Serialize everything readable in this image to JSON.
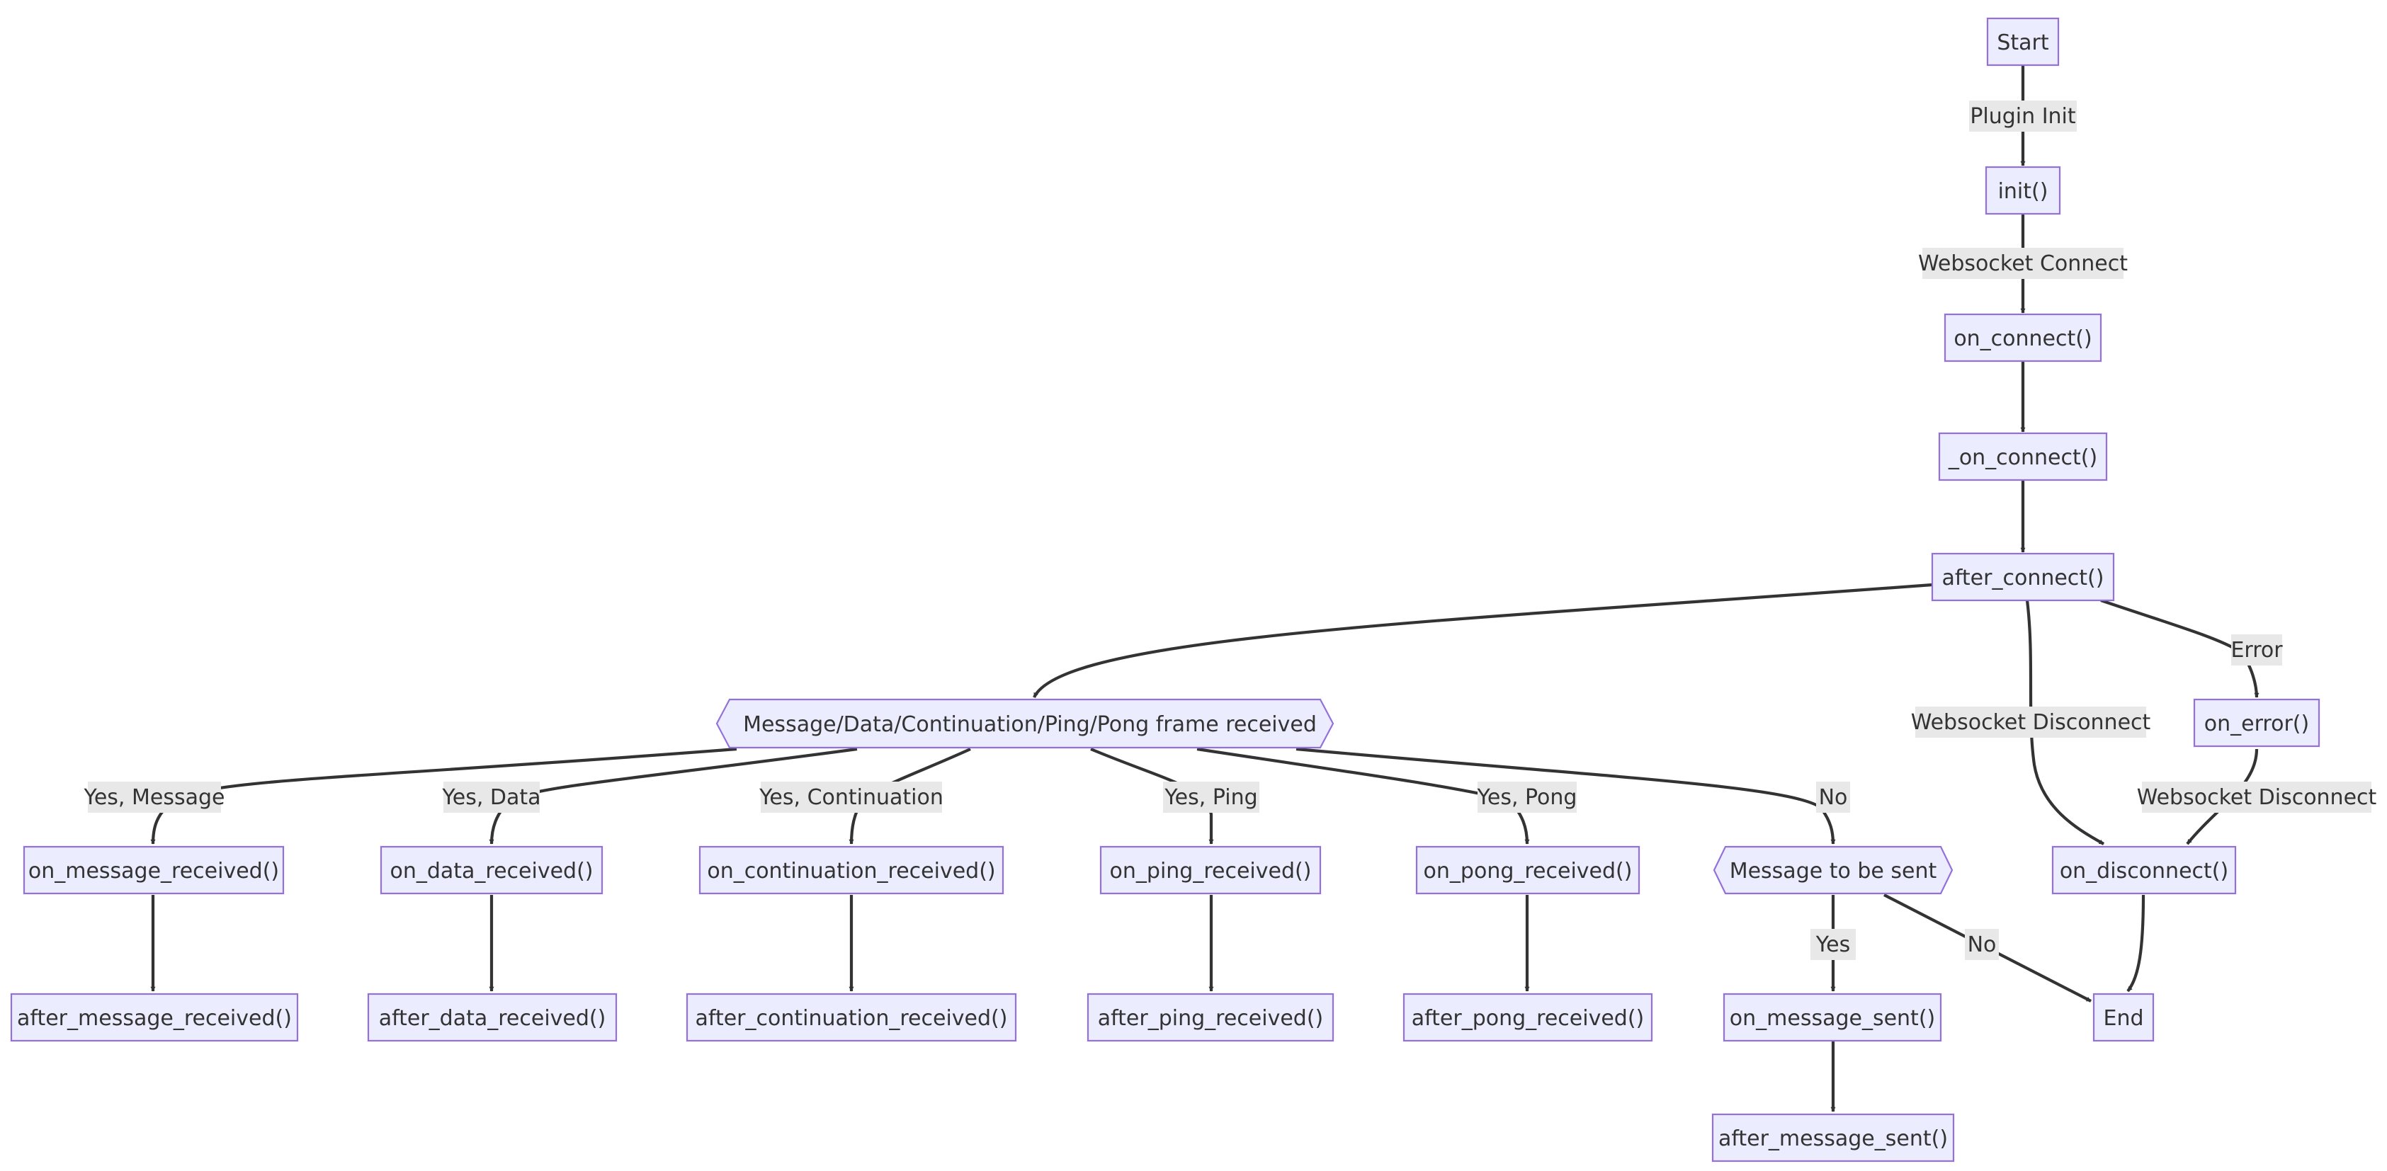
{
  "nodes": {
    "start": "Start",
    "init": "init()",
    "on_connect": "on_connect()",
    "_on_connect": "_on_connect()",
    "after_connect": "after_connect()",
    "frame_received": "Message/Data/Continuation/Ping/Pong frame received",
    "on_error": "on_error()",
    "on_message_received": "on_message_received()",
    "on_data_received": "on_data_received()",
    "on_continuation_received": "on_continuation_received()",
    "on_ping_received": "on_ping_received()",
    "on_pong_received": "on_pong_received()",
    "message_to_be_sent": "Message to be sent",
    "on_disconnect": "on_disconnect()",
    "after_message_received": "after_message_received()",
    "after_data_received": "after_data_received()",
    "after_continuation_received": "after_continuation_received()",
    "after_ping_received": "after_ping_received()",
    "after_pong_received": "after_pong_received()",
    "on_message_sent": "on_message_sent()",
    "end": "End",
    "after_message_sent": "after_message_sent()"
  },
  "edge_labels": {
    "plugin_init": "Plugin Init",
    "websocket_connect": "Websocket Connect",
    "error": "Error",
    "websocket_disconnect_main": "Websocket Disconnect",
    "websocket_disconnect_error": "Websocket Disconnect",
    "yes_message": "Yes, Message",
    "yes_data": "Yes, Data",
    "yes_continuation": "Yes, Continuation",
    "yes_ping": "Yes, Ping",
    "yes_pong": "Yes, Pong",
    "no_frame": "No",
    "yes_send": "Yes",
    "no_send": "No"
  }
}
